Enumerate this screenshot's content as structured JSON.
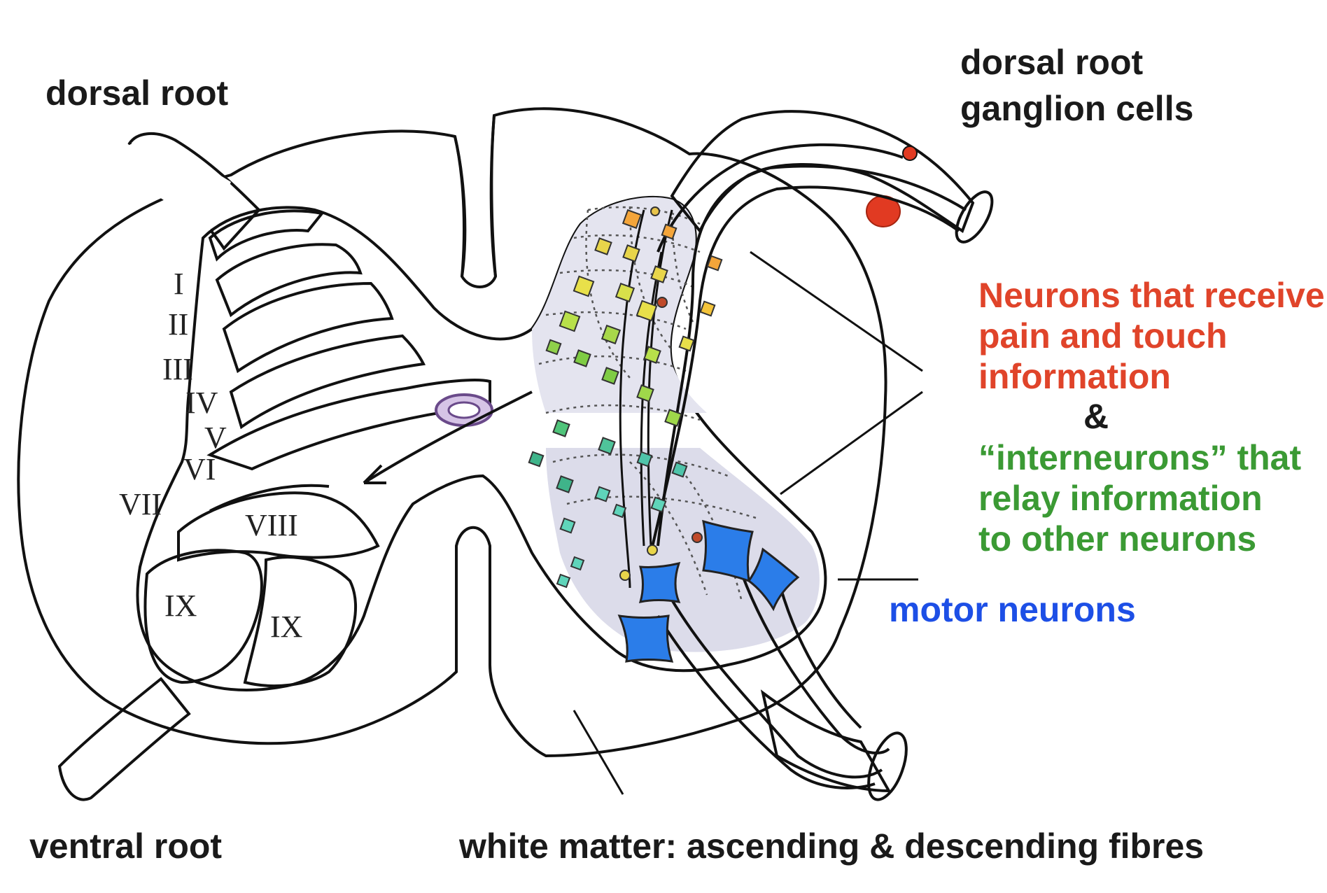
{
  "labels": {
    "dorsal_root_left": "dorsal root",
    "dorsal_root_ganglion_line1": "dorsal root",
    "dorsal_root_ganglion_line2": "ganglion cells",
    "receive_line1": "Neurons that receive",
    "receive_line2": "pain and touch",
    "receive_line3": "information",
    "ampersand": "&",
    "inter_line1": "“interneurons” that",
    "inter_line2": "relay information",
    "inter_line3": "to other neurons",
    "motor_neurons": "motor neurons",
    "ventral_root": "ventral root",
    "white_matter": "white matter: ascending & descending fibres"
  },
  "laminae": {
    "I": "I",
    "II": "II",
    "III": "III",
    "IV": "IV",
    "V": "V",
    "VI": "VI",
    "VII": "VII",
    "VIII": "VIII",
    "IX_a": "IX",
    "IX_b": "IX"
  },
  "colors": {
    "white_matter": "#f8eebb",
    "grey_matter": "#c9c9d9",
    "grey_matter_light": "#e4e4ef",
    "pain_touch_text": "#e0442a",
    "interneuron_text": "#3b9a34",
    "motor_text": "#1d4fe6",
    "motor_neuron": "#2b7de9",
    "ganglion_cell": "#e13a22"
  }
}
